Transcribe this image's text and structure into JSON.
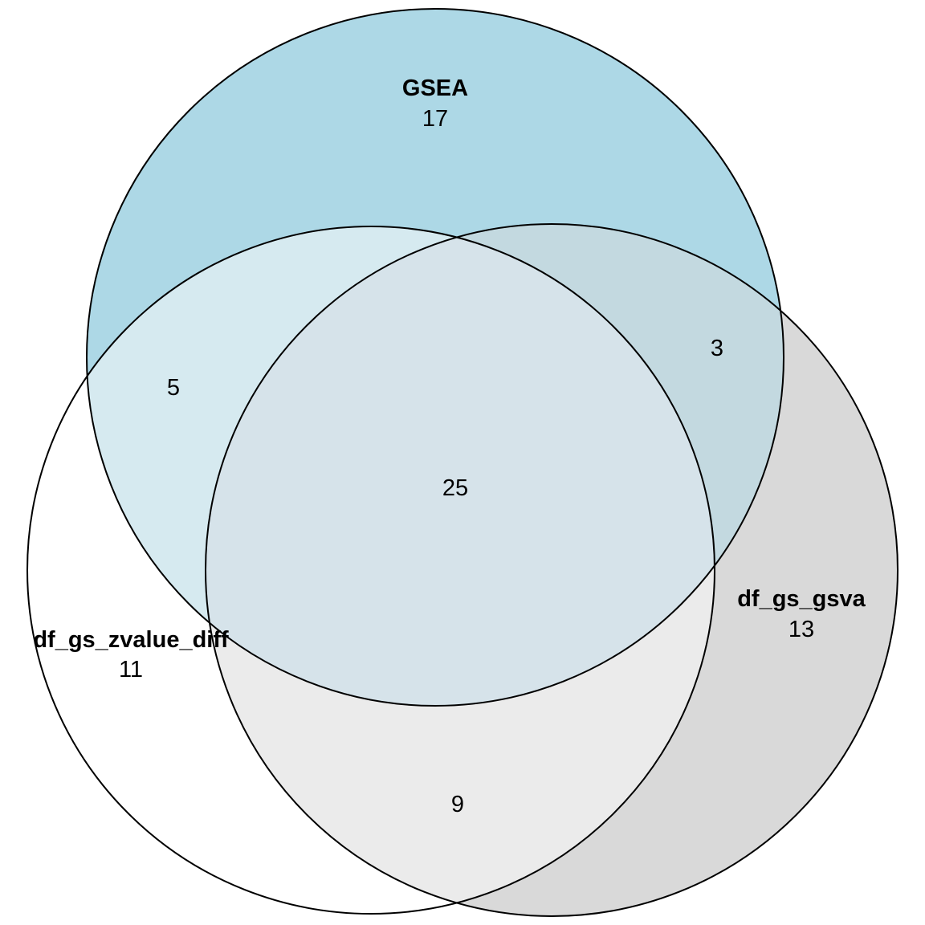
{
  "chart_data": {
    "type": "venn",
    "sets": [
      {
        "name": "GSEA",
        "only": 17,
        "color": "#add8e6"
      },
      {
        "name": "df_gs_zvalue_diff",
        "only": 11,
        "color": "#ffffff"
      },
      {
        "name": "df_gs_gsva",
        "only": 13,
        "color": "#d9d9d9"
      }
    ],
    "intersections": {
      "GSEA&df_gs_zvalue_diff": 5,
      "GSEA&df_gs_gsva": 3,
      "df_gs_zvalue_diff&df_gs_gsva": 9,
      "all": 25
    },
    "region_colors": {
      "gsea_z": "#d6eaf0",
      "gsea_gsva": "#c3d9e0",
      "z_gsva": "#ebebeb",
      "all": "#d6e3ea"
    }
  }
}
